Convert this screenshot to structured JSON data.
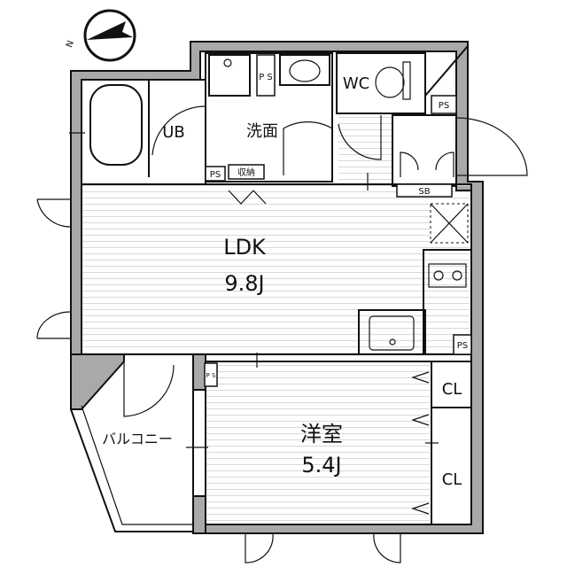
{
  "compass": {
    "letter": "N",
    "icon": "north-arrow-icon"
  },
  "rooms": {
    "ldk": {
      "name": "LDK",
      "size": "9.8J"
    },
    "western_room": {
      "name": "洋室",
      "size": "5.4J"
    },
    "washroom": {
      "name": "洗面"
    },
    "unit_bath": {
      "name": "UB"
    },
    "toilet": {
      "name": "WC"
    },
    "balcony": {
      "name": "バルコニー"
    },
    "closet_upper": {
      "name": "CL"
    },
    "closet_lower": {
      "name": "CL"
    }
  },
  "fixtures": {
    "ps_washroom": "P S",
    "ps_storage": "PS",
    "storage": "収納",
    "ps_entrance": "PS",
    "shoe_box": "SB",
    "ps_kitchen": "PS",
    "ps_bedroom": "P S"
  },
  "colors": {
    "wall": "#a9a9a9",
    "line": "#111111",
    "floor_hatch": "#d8d8d8"
  }
}
